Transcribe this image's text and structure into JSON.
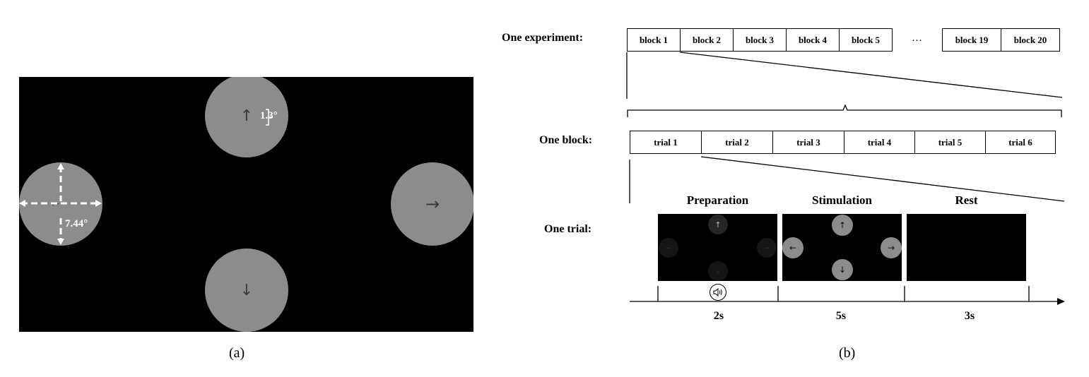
{
  "panel_a": {
    "caption": "(a)",
    "arrows": {
      "up": "↑",
      "down": "↓",
      "left": "←",
      "right": "→"
    },
    "size_label": "1.3°",
    "distance_label": "7.44°",
    "colors": {
      "background": "#000000",
      "circle": "#8c8c8c",
      "arrow": "#3a3a3a",
      "annotation": "#ffffff"
    }
  },
  "panel_b": {
    "caption": "(b)",
    "experiment_label": "One experiment:",
    "blocks_shown": [
      "block 1",
      "block 2",
      "block 3",
      "block 4",
      "block 5"
    ],
    "ellipsis": "…",
    "blocks_end": [
      "block 19",
      "block 20"
    ],
    "block_label": "One block:",
    "trials": [
      "trial 1",
      "trial 2",
      "trial 3",
      "trial 4",
      "trial 5",
      "trial 6"
    ],
    "trial_label": "One trial:",
    "phases": [
      {
        "title": "Preparation",
        "duration": "2s"
      },
      {
        "title": "Stimulation",
        "duration": "5s"
      },
      {
        "title": "Rest",
        "duration": "3s"
      }
    ],
    "cue_icon": "speaker-icon"
  }
}
